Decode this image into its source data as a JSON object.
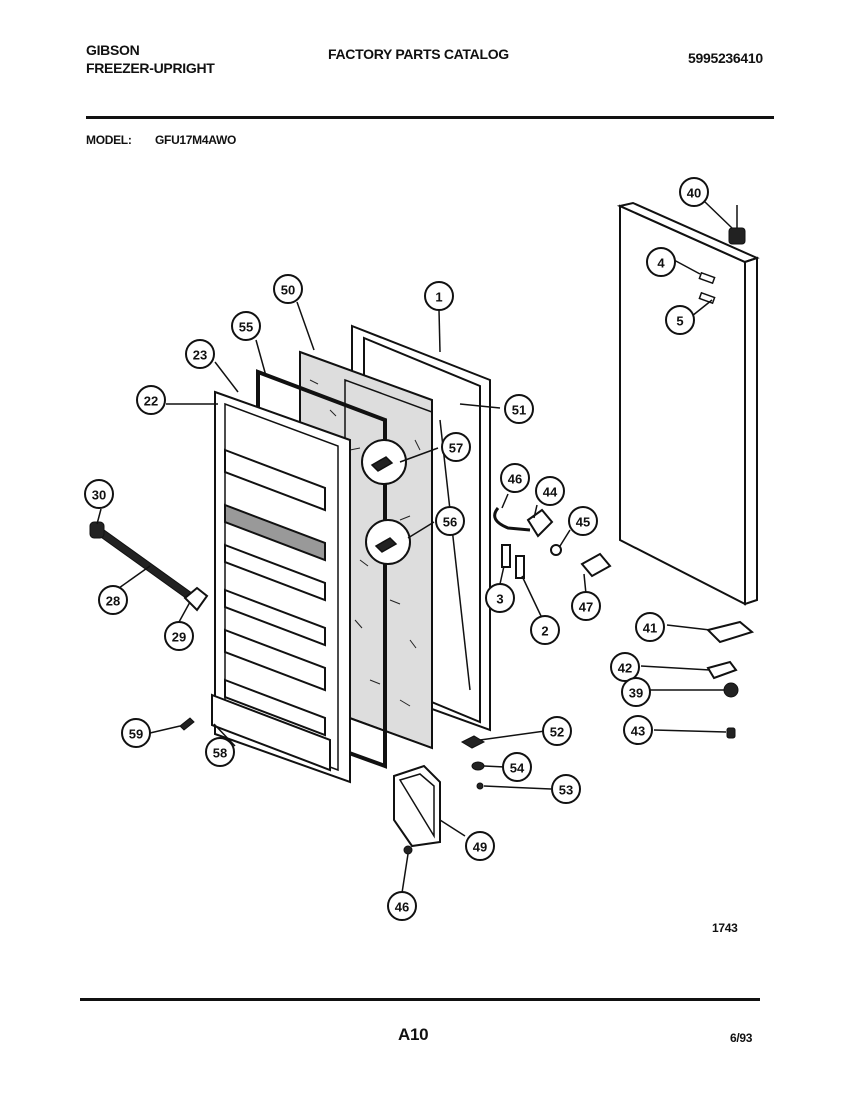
{
  "header": {
    "brand": "GIBSON",
    "product": "FREEZER-UPRIGHT",
    "catalog_title": "FACTORY PARTS CATALOG",
    "catalog_number": "5995236410",
    "model_label": "MODEL:",
    "model_number": "GFU17M4AWO"
  },
  "callouts": [
    {
      "id": "c40",
      "label": "40"
    },
    {
      "id": "c4",
      "label": "4"
    },
    {
      "id": "c5",
      "label": "5"
    },
    {
      "id": "c50",
      "label": "50"
    },
    {
      "id": "c1",
      "label": "1"
    },
    {
      "id": "c55",
      "label": "55"
    },
    {
      "id": "c23",
      "label": "23"
    },
    {
      "id": "c22",
      "label": "22"
    },
    {
      "id": "c51",
      "label": "51"
    },
    {
      "id": "c57",
      "label": "57"
    },
    {
      "id": "c46a",
      "label": "46"
    },
    {
      "id": "c44",
      "label": "44"
    },
    {
      "id": "c30",
      "label": "30"
    },
    {
      "id": "c45",
      "label": "45"
    },
    {
      "id": "c56",
      "label": "56"
    },
    {
      "id": "c28",
      "label": "28"
    },
    {
      "id": "c3",
      "label": "3"
    },
    {
      "id": "c47",
      "label": "47"
    },
    {
      "id": "c29",
      "label": "29"
    },
    {
      "id": "c2",
      "label": "2"
    },
    {
      "id": "c41",
      "label": "41"
    },
    {
      "id": "c42",
      "label": "42"
    },
    {
      "id": "c39",
      "label": "39"
    },
    {
      "id": "c43",
      "label": "43"
    },
    {
      "id": "c59",
      "label": "59"
    },
    {
      "id": "c52",
      "label": "52"
    },
    {
      "id": "c58",
      "label": "58"
    },
    {
      "id": "c54",
      "label": "54"
    },
    {
      "id": "c53",
      "label": "53"
    },
    {
      "id": "c49",
      "label": "49"
    },
    {
      "id": "c46b",
      "label": "46"
    }
  ],
  "figure_number": "1743",
  "footer": {
    "page": "A10",
    "date": "6/93"
  }
}
